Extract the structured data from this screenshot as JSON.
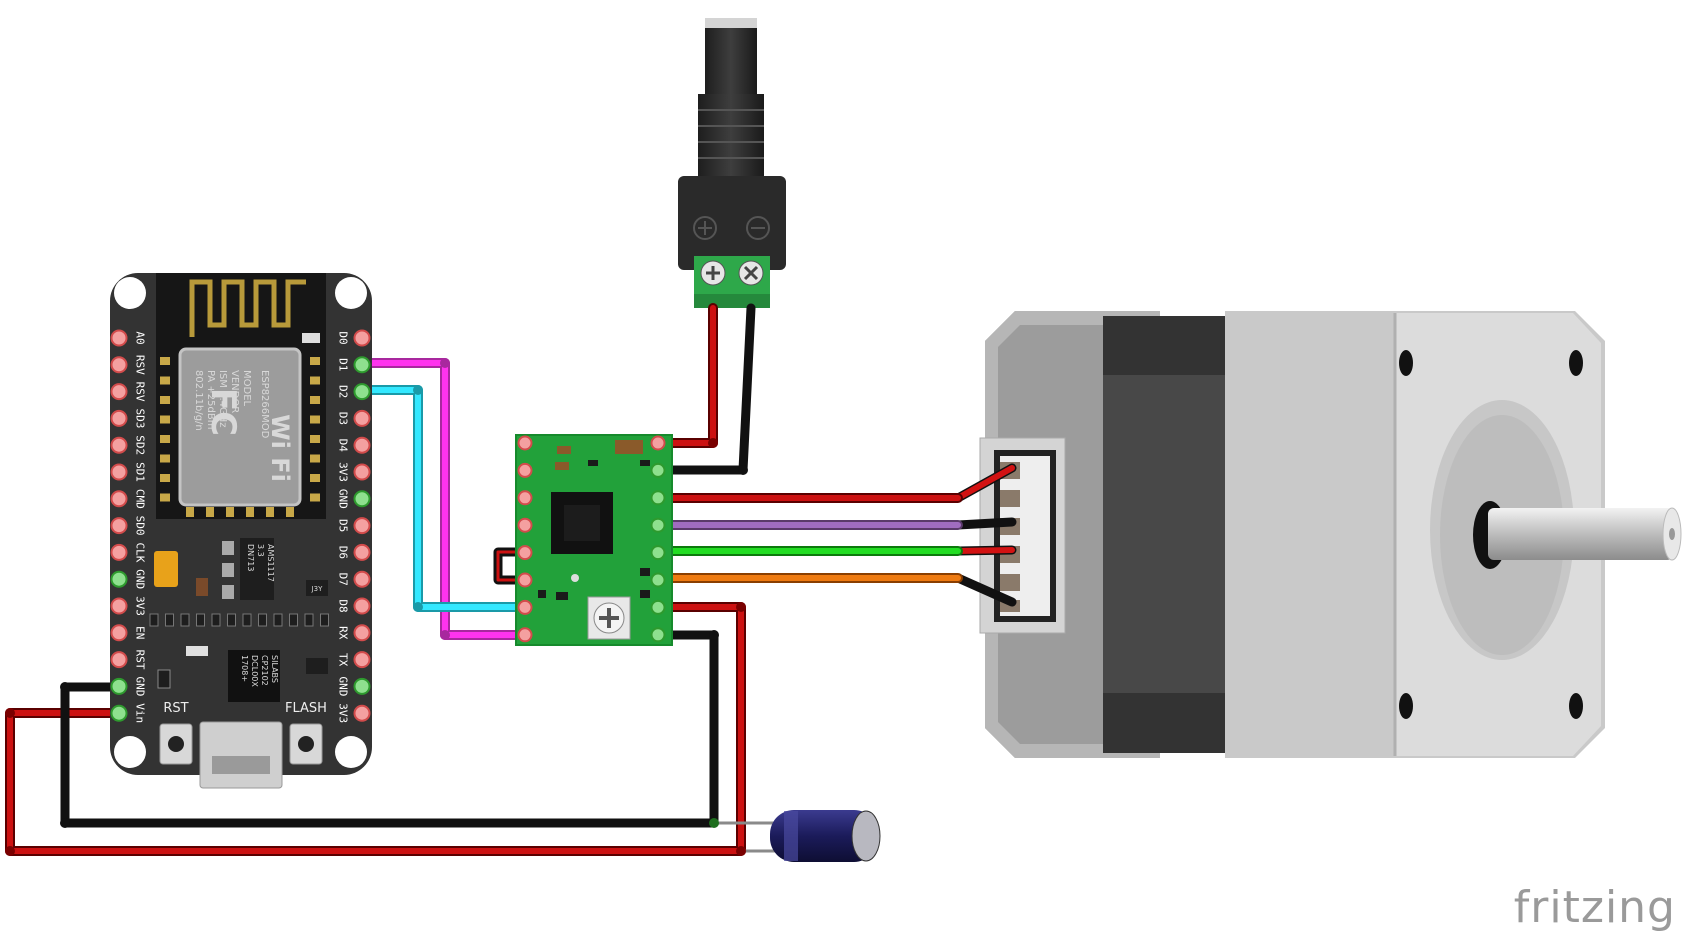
{
  "board": {
    "left_pins": [
      "A0",
      "RSV",
      "RSV",
      "SD3",
      "SD2",
      "SD1",
      "CMD",
      "SD0",
      "CLK",
      "GND",
      "3V3",
      "EN",
      "RST",
      "GND",
      "Vin"
    ],
    "right_pins": [
      "D0",
      "D1",
      "D2",
      "D3",
      "D4",
      "3V3",
      "GND",
      "D5",
      "D6",
      "D7",
      "D8",
      "RX",
      "TX",
      "GND",
      "3V3"
    ],
    "module_lines": [
      "MODEL",
      "VENDOR",
      "ISM 2.4GHz",
      "PA +25dBm",
      "802.11b/g/n"
    ],
    "module_lines_right": [
      "ESP8266MOD"
    ],
    "fc_mark": "FC",
    "wifi_mark": "Wi Fi",
    "regulator_lines": [
      "AMS1117",
      "3.3",
      "DN713"
    ],
    "usb_chip_lines": [
      "SILABS",
      "CP2102",
      "DCL00X",
      "1708+"
    ],
    "marking_j3y": "J3Y",
    "rst_label": "RST",
    "flash_label": "FLASH"
  },
  "brand": {
    "logo": "fritzing"
  }
}
